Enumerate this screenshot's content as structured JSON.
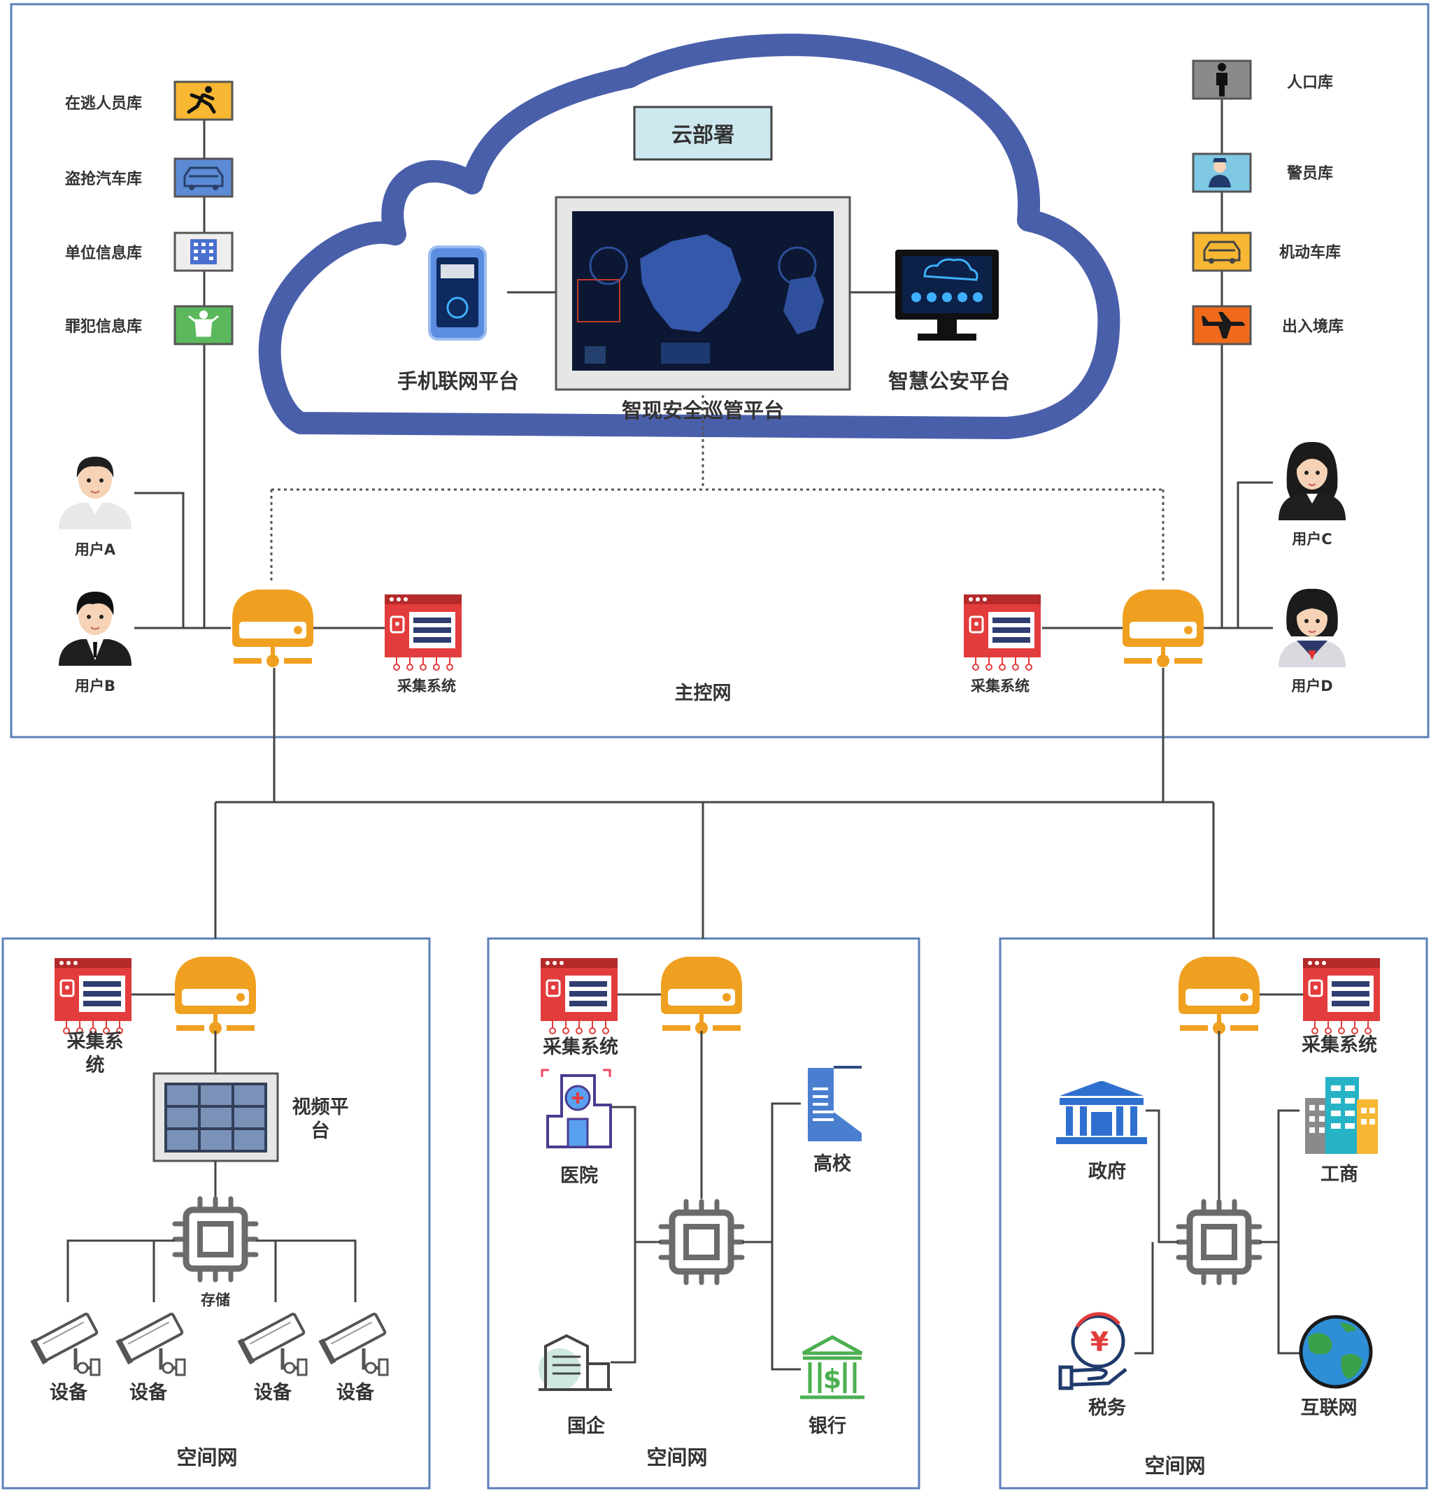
{
  "top_network": {
    "label": "主控网",
    "cloud": {
      "label": "云部署",
      "platforms": {
        "mobile": "手机联网平台",
        "main": "智现安全巡管平台",
        "police": "智慧公安平台"
      }
    },
    "left_databases": [
      "在逃人员库",
      "盗抢汽车库",
      "单位信息库",
      "罪犯信息库"
    ],
    "right_databases": [
      "人口库",
      "警员库",
      "机动车库",
      "出入境库"
    ],
    "users": {
      "a": "用户A",
      "b": "用户B",
      "c": "用户C",
      "d": "用户D"
    },
    "collect_left": "采集系统",
    "collect_right": "采集系统"
  },
  "bottom_networks": [
    {
      "label": "空间网",
      "collect": "采集系\n统",
      "video_platform": "视频平\n台",
      "storage": "存储",
      "devices": [
        "设备",
        "设备",
        "设备",
        "设备"
      ]
    },
    {
      "label": "空间网",
      "collect": "采集系统",
      "nodes": [
        "医院",
        "高校",
        "国企",
        "银行"
      ]
    },
    {
      "label": "空间网",
      "collect": "采集系统",
      "nodes": [
        "政府",
        "工商",
        "税务",
        "互联网"
      ]
    }
  ],
  "colors": {
    "frame_border": "#5b7fb8",
    "cloud_stroke": "#4a5faa",
    "router": "#f0a020",
    "collector": "#e23c3c",
    "chip": "#6b6b6b"
  },
  "icons": {
    "router": "router-icon",
    "collector": "collection-system-icon",
    "chip": "chip-icon",
    "camera": "camera-icon"
  }
}
